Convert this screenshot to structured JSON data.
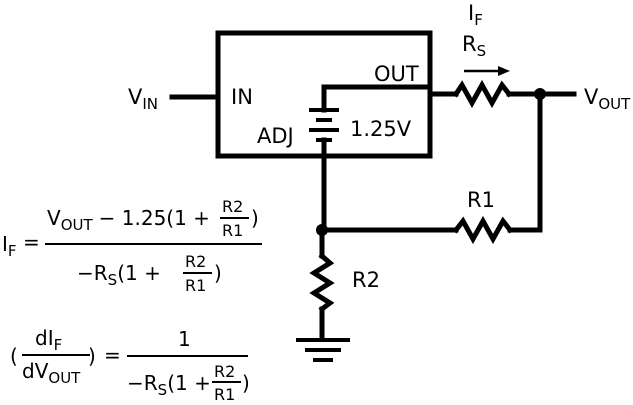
{
  "circuit": {
    "vin": {
      "main": "V",
      "sub": "IN"
    },
    "vout": {
      "main": "V",
      "sub": "OUT"
    },
    "pin_in": "IN",
    "pin_out": "OUT",
    "pin_adj": "ADJ",
    "ref_voltage": "1.25V",
    "current": {
      "main": "I",
      "sub": "F"
    },
    "rs": {
      "main": "R",
      "sub": "S"
    },
    "r1": "R1",
    "r2": "R2"
  },
  "equations": {
    "eq1": {
      "lhs": {
        "main": "I",
        "sub": "F"
      },
      "equals": "=",
      "num": {
        "v": "V",
        "vsub": "OUT",
        "rest": "− 1.25(1 +",
        "close": ")"
      },
      "den": {
        "pre": "−R",
        "sub": "S",
        "mid": "(1 +",
        "close": ")"
      },
      "frac": {
        "top": "R2",
        "bottom": "R1"
      }
    },
    "eq2": {
      "open": "(",
      "num": {
        "d": "dI",
        "sub": "F"
      },
      "den": {
        "d": "dV",
        "sub": "OUT"
      },
      "close": ")",
      "equals": "=",
      "rhs_num": "1",
      "rhs_den": {
        "pre": "−R",
        "sub": "S",
        "mid": "(1 +",
        "close": ")"
      },
      "frac": {
        "top": "R2",
        "bottom": "R1"
      }
    }
  }
}
